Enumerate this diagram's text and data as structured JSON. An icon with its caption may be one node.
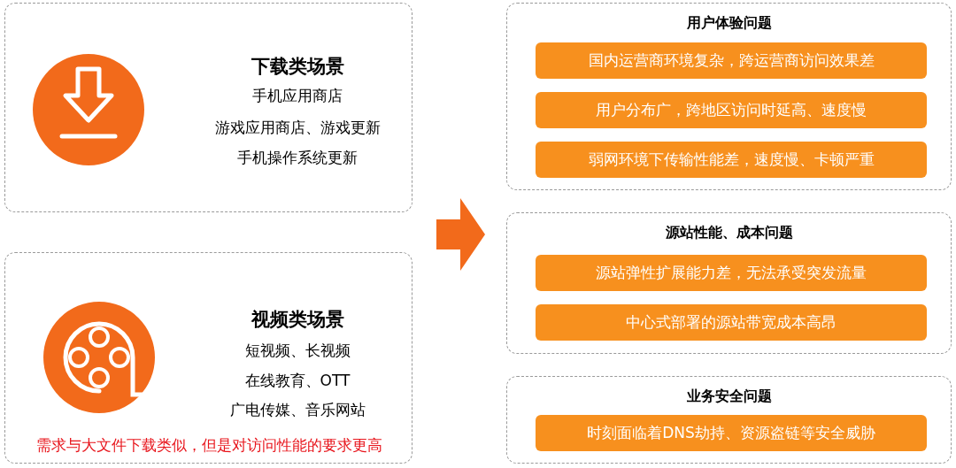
{
  "diagram": {
    "nodes": [
      {
        "text": [
          "下载类场景",
          "手机应用商店",
          "游戏应用商店、游戏更新",
          "手机操作系统更新"
        ]
      },
      {
        "text": [
          "视频类场景",
          "短视频、长视频",
          "在线教育、OTT",
          "广电传媒、音乐网站",
          "需求与大文件下载类似，但是对访问性能的要求更高"
        ]
      },
      {
        "text": [
          "用户体验问题"
        ]
      },
      {
        "text": [
          "国内运营商环境复杂，跨运营商访问效果差"
        ],
        "in": 2
      },
      {
        "text": [
          "用户分布广，跨地区访问时延高、速度慢"
        ],
        "in": 2
      },
      {
        "text": [
          "弱网环境下传输性能差，速度慢、卡顿严重"
        ],
        "in": 2
      },
      {
        "text": [
          "源站性能、成本问题"
        ]
      },
      {
        "text": [
          "源站弹性扩展能力差，无法承受突发流量"
        ],
        "in": 6
      },
      {
        "text": [
          "中心式部署的源站带宽成本高昂"
        ],
        "in": 6
      },
      {
        "text": [
          "业务安全问题"
        ]
      },
      {
        "text": [
          "时刻面临着DNS劫持、资源盗链等安全威胁"
        ],
        "in": 9
      }
    ]
  }
}
